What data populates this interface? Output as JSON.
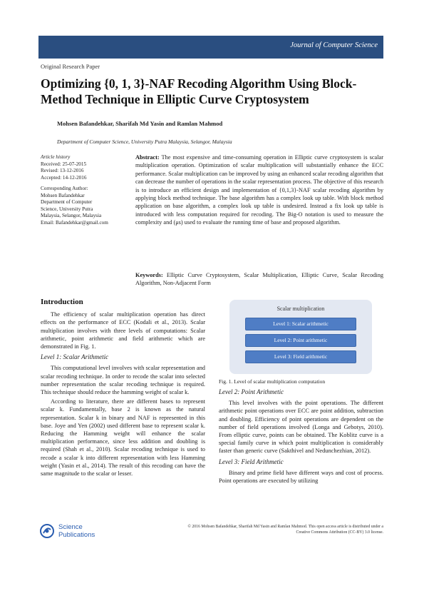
{
  "header": {
    "journal_name": "Journal of Computer Science"
  },
  "paper": {
    "type": "Original Research Paper",
    "title": "Optimizing {0, 1, 3}-NAF Recoding Algorithm Using Block-Method Technique in Elliptic Curve Cryptosystem",
    "authors": "Mohsen Bafandehkar, Sharifah Md Yasin and Ramlan Mahmod",
    "affiliation": "Department of Computer Science, University Putra Malaysia, Selangor, Malaysia"
  },
  "article_history": {
    "label": "Article history",
    "received": "Received: 25-07-2015",
    "revised": "Revised: 13-12-2016",
    "accepted": "Accepted: 14-12-2016"
  },
  "corresponding_author": {
    "label": "Corresponding Author:",
    "name": "Mohsen Bafandehkar",
    "dept1": "Department of Computer",
    "dept2": "Science, University Putra",
    "location": "Malaysia, Selangor, Malaysia",
    "email": "Email: Bafandehkar@gmail.com"
  },
  "abstract": {
    "label": "Abstract:",
    "text": "The most expensive and time-consuming operation in Elliptic curve cryptosystem is scalar multiplication operation. Optimization of scalar multiplication will substantially enhance the ECC performance. Scalar multiplication can be improved by using an enhanced scalar recoding algorithm that can decrease the number of operations in the scalar representation process. The objective of this research is to introduce an efficient design and implementation of {0,1,3}-NAF scalar recoding algorithm by applying block method technique. The base algorithm has a complex look up table. With block method application on base algorithm, a complex look up table is undesired. Instead a fix look up table is introduced with less computation required for recoding. The Big-O notation is used to measure the complexity and (μs) used to evaluate the running time of base and proposed algorithm."
  },
  "keywords": {
    "label": "Keywords:",
    "text": "Elliptic Curve Cryptosystem, Scalar Multiplication, Elliptic Curve, Scalar Recoding Algorithm, Non-Adjacent Form"
  },
  "introduction": {
    "heading": "Introduction",
    "p1": "The efficiency of scalar multiplication operation has direct effects on the performance of ECC (Kodali et al., 2013). Scalar multiplication involves with three levels of computations: Scalar arithmetic, point arithmetic and field arithmetic which are demonstrated in Fig. 1.",
    "level1_heading": "Level 1: Scalar Arithmetic",
    "level1_p1": "This computational level involves with scalar representation and scalar recoding technique. In order to recode the scalar into selected number representation the scalar recoding technique is required. This technique should reduce the hamming weight of scalar k.",
    "level1_p2": "According to literature, there are different bases to represent scalar k. Fundamentally, base 2 is known as the natural representation. Scalar k in binary and NAF is represented in this base. Joye and Yen (2002) used different base to represent scalar k. Reducing the Hamming weight will enhance the scalar multiplication performance, since less addition and doubling is required (Shah et al., 2010). Scalar recoding technique is used to recode a scalar k into different representation with less Hamming weight (Yasin et al., 2014). The result of this recoding can have the same magnitude to the scalar or lesser."
  },
  "figure": {
    "title": "Scalar multiplication",
    "level1": "Level 1: Scalar arithmetic",
    "level2": "Level 2: Point arithmetic",
    "level3": "Level 3: Field arithmetic",
    "caption": "Fig. 1. Level of scalar multiplication computation"
  },
  "right_column": {
    "level2_heading": "Level 2: Point Arithmetic",
    "level2_p": "This level involves with the point operations. The different arithmetic point operations over ECC are point addition, subtraction and doubling. Efficiency of point operations are dependent on the number of field operations involved (Longa and Gebotys, 2010). From elliptic curve, points can be obtained. The Koblitz curve is a special family curve in which point multiplication is considerably faster than generic curve (Sakthivel and Nedunchezhian, 2012).",
    "level3_heading": "Level 3: Field Arithmetic",
    "level3_p": "Binary and prime field have different ways and cost of process. Point operations are executed by utilizing"
  },
  "footer": {
    "publisher_line1": "Science",
    "publisher_line2": "Publications",
    "copyright_line1": "© 2016 Mohsen Bafandehkar, Sharifah Md Yasin and Ramlan Mahmod. This open access article is distributed under a",
    "copyright_line2": "Creative Commons Attribution (CC-BY) 3.0 license."
  },
  "colors": {
    "banner": "#2a4e80",
    "figure_bg": "#e3e8f2",
    "figure_box": "#4f7dc5",
    "logo": "#2a5db0"
  }
}
